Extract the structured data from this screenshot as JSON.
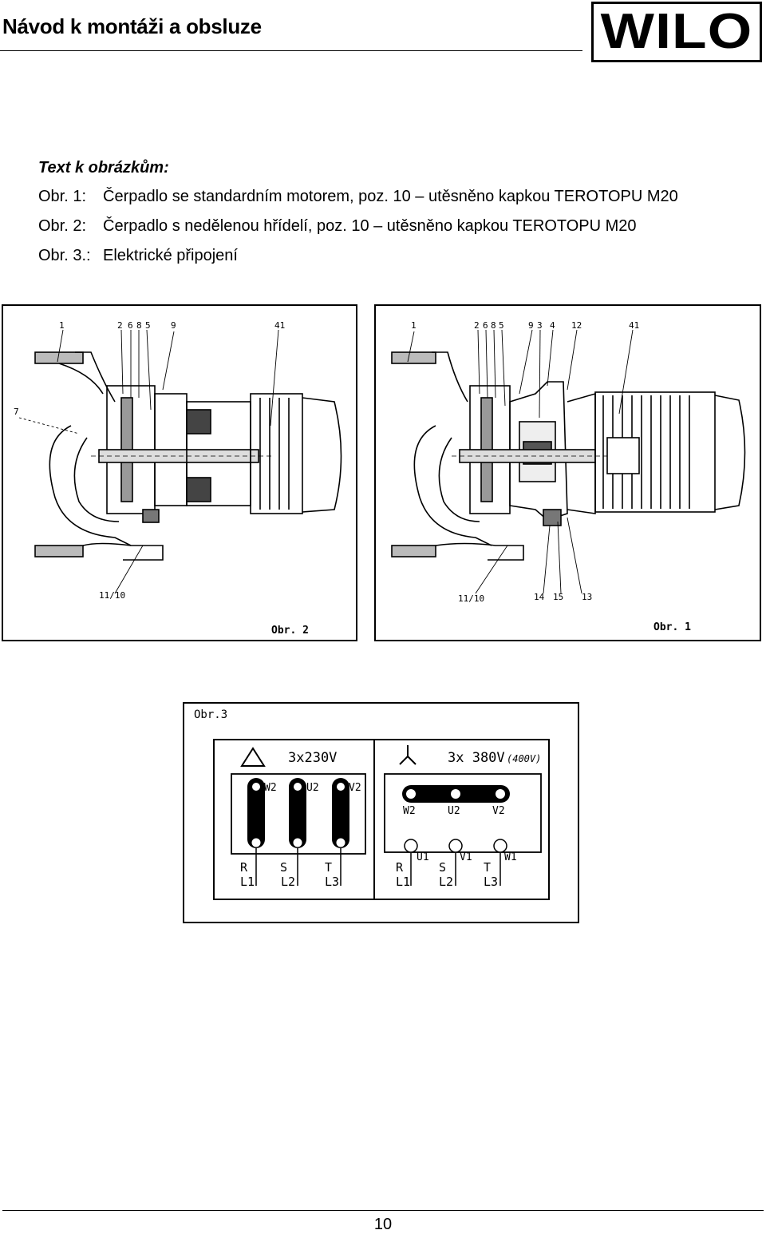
{
  "header": {
    "title": "Návod k montáži a obsluze",
    "logo_text": "WILO"
  },
  "captions": {
    "heading": "Text k obrázkům:",
    "items": [
      {
        "label": "Obr. 1:",
        "text": "Čerpadlo se standardním motorem, poz. 10 – utěsněno kapkou TEROTOPU M20"
      },
      {
        "label": "Obr. 2:",
        "text": "Čerpadlo s nedělenou hřídelí, poz. 10 – utěsněno kapkou TEROTOPU M20"
      },
      {
        "label": "Obr. 3.:",
        "text": "Elektrické připojení"
      }
    ]
  },
  "figures": {
    "fig2": {
      "label": "Obr. 2",
      "callouts_top": [
        "1",
        "2",
        "6",
        "8",
        "5",
        "9",
        "41"
      ],
      "callout_left": "7",
      "callout_bottom": "11/10"
    },
    "fig1": {
      "label": "Obr. 1",
      "callouts_top": [
        "1",
        "2",
        "6",
        "8",
        "5",
        "9",
        "3",
        "4",
        "12",
        "41"
      ],
      "callouts_bottom": [
        "11/10",
        "14",
        "15",
        "13"
      ]
    },
    "fig3": {
      "label": "Obr.3",
      "delta": {
        "voltage": "3x230V",
        "terminals_top": [
          "W2",
          "U2",
          "V2"
        ],
        "lines": [
          {
            "phase": "R",
            "line": "L1"
          },
          {
            "phase": "S",
            "line": "L2"
          },
          {
            "phase": "T",
            "line": "L3"
          }
        ]
      },
      "star": {
        "voltage": "3x 380V",
        "voltage_note": "(400V)",
        "terminals_top": [
          "W2",
          "U2",
          "V2"
        ],
        "terminals_bottom": [
          "U1",
          "V1",
          "W1"
        ],
        "lines": [
          {
            "phase": "R",
            "line": "L1"
          },
          {
            "phase": "S",
            "line": "L2"
          },
          {
            "phase": "T",
            "line": "L3"
          }
        ]
      }
    }
  },
  "footer": {
    "page_number": "10"
  }
}
